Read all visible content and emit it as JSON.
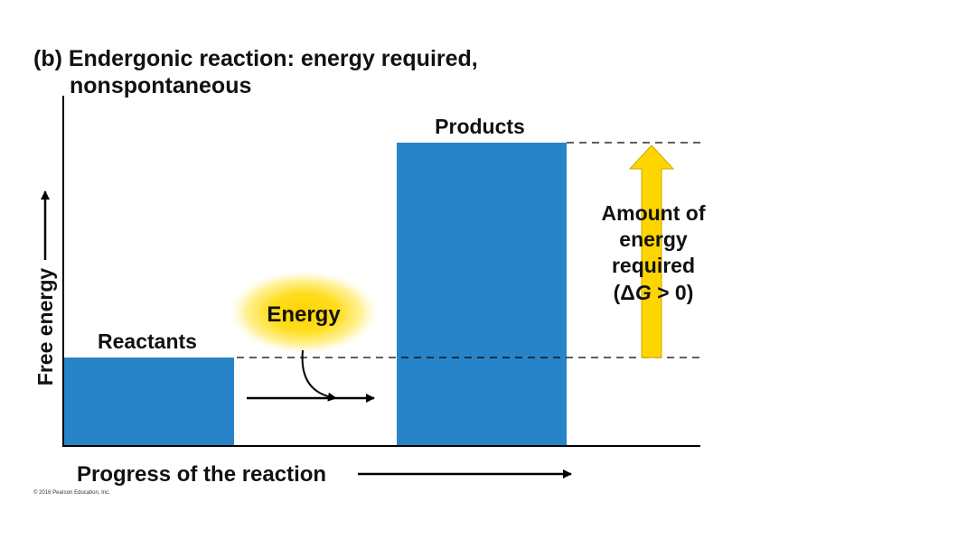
{
  "title": {
    "line1": "(b) Endergonic reaction: energy required,",
    "line2": "nonspontaneous"
  },
  "diagram": {
    "y_axis_label": "Free energy",
    "x_axis_label": "Progress of the reaction",
    "reactants_label": "Reactants",
    "products_label": "Products",
    "energy_label": "Energy",
    "amount_lines": [
      "Amount of",
      "energy",
      "required"
    ],
    "delta_g_open": "(Δ",
    "delta_g_symbol": "G",
    "delta_g_close": " > 0)",
    "bar_color": "#2884c8",
    "arrow_color": "#ffd500",
    "glow_color": "#ffe040"
  },
  "copyright": "© 2016 Pearson Education, Inc."
}
